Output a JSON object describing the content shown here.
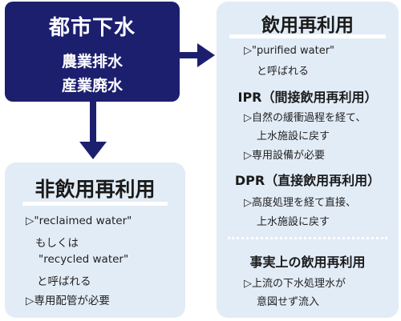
{
  "source": {
    "title": "都市下水",
    "line1": "農業排水",
    "line2": "産業廃水"
  },
  "non_potable": {
    "title": "非飲用再利用",
    "lines": [
      "▷\"reclaimed water\"",
      "もしくは",
      "\"recycled water\"",
      "と呼ばれる",
      "▷専用配管が必要"
    ]
  },
  "potable": {
    "title": "飲用再利用",
    "intro": [
      "▷\"purified water\"",
      "と呼ばれる"
    ],
    "ipr": {
      "heading": "IPR（間接飲用再利用）",
      "lines": [
        "▷自然の緩衝過程を経て、",
        "上水施設に戻す",
        "▷専用設備が必要"
      ]
    },
    "dpr": {
      "heading": "DPR（直接飲用再利用）",
      "lines": [
        "▷高度処理を経て直接、",
        "上水施設に戻す"
      ]
    },
    "defacto": {
      "heading": "事実上の飲用再利用",
      "lines": [
        "▷上流の下水処理水が",
        "意図せず流入"
      ]
    }
  },
  "colors": {
    "source_box": "#1c1f6e",
    "panel_bg": "#e2ecf7",
    "arrow": "#1c1f6e"
  }
}
